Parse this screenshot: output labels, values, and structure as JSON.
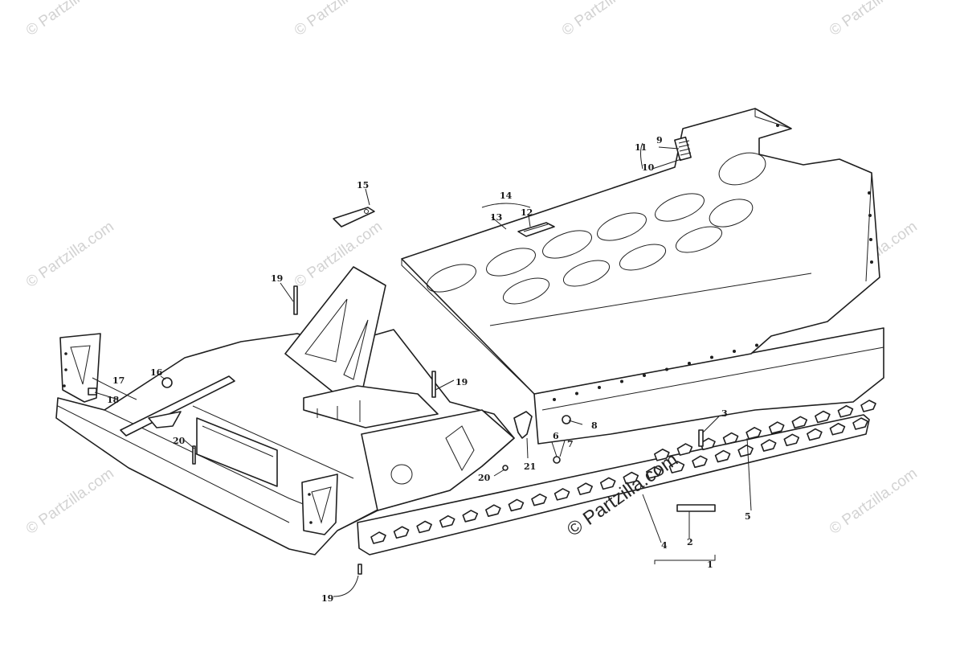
{
  "watermark": {
    "text": "© Partzilla.com",
    "center_text": "© Partzilla.com"
  },
  "callouts": {
    "c1": "1",
    "c2": "2",
    "c3": "3",
    "c4": "4",
    "c5": "5",
    "c6": "6",
    "c7": "7",
    "c8": "8",
    "c9": "9",
    "c10": "10",
    "c11": "11",
    "c12": "12",
    "c13": "13",
    "c14": "14",
    "c15": "15",
    "c16": "16",
    "c17": "17",
    "c18": "18",
    "c19a": "19",
    "c19b": "19",
    "c19c": "19",
    "c20a": "20",
    "c20b": "20",
    "c21": "21"
  }
}
